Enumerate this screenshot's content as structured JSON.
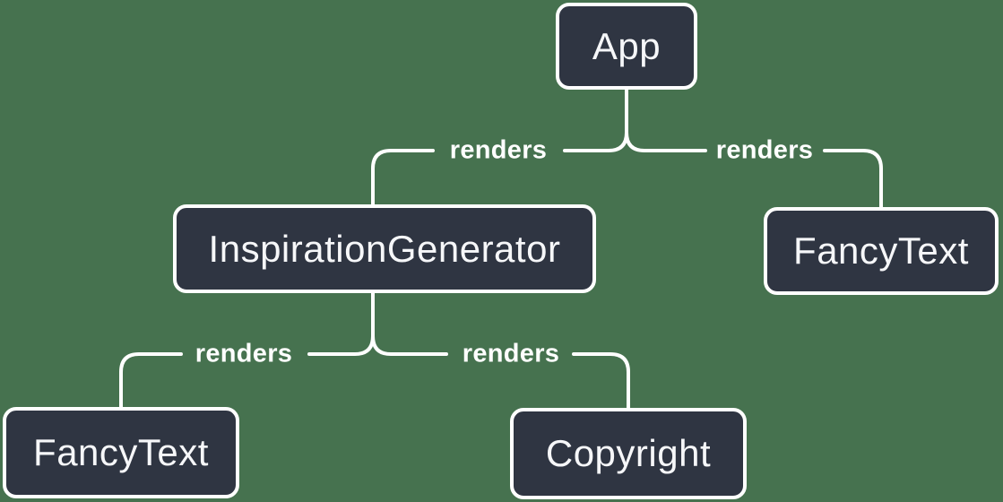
{
  "colors": {
    "background": "#46724F",
    "node_fill": "#2F3542",
    "node_border": "#FFFFFF",
    "node_text": "#F6F7F9",
    "edge_line": "#FFFFFF",
    "edge_label_text": "#FFFFFF"
  },
  "nodes": {
    "app": {
      "label": "App"
    },
    "inspiration_generator": {
      "label": "InspirationGenerator"
    },
    "fancy_text_right": {
      "label": "FancyText"
    },
    "fancy_text_left": {
      "label": "FancyText"
    },
    "copyright": {
      "label": "Copyright"
    }
  },
  "edges": {
    "app_to_inspiration_generator": {
      "label": "renders"
    },
    "app_to_fancy_text": {
      "label": "renders"
    },
    "inspiration_generator_to_fancy_text": {
      "label": "renders"
    },
    "inspiration_generator_to_copyright": {
      "label": "renders"
    }
  }
}
